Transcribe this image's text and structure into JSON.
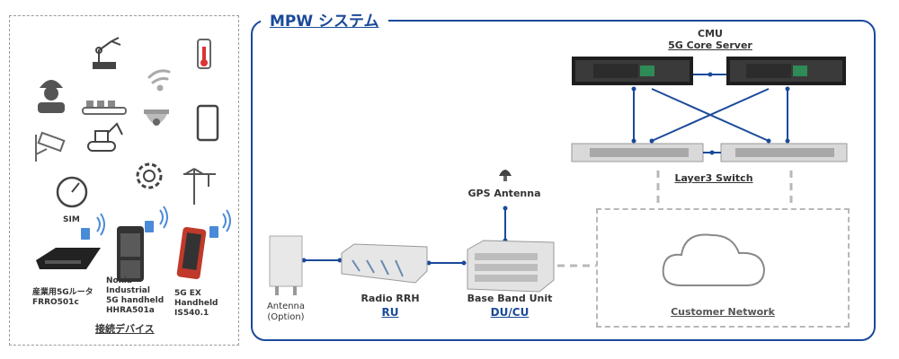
{
  "system": {
    "title": "MPW システム"
  },
  "devices": {
    "caption": "接続デバイス",
    "sim_label": "SIM",
    "router": {
      "line1": "産業用5Gルータ",
      "line2": "FRRO501c"
    },
    "nokia": {
      "line1": "Nokia",
      "line2": "Industrial",
      "line3": "5G handheld",
      "line4": "HHRA501a"
    },
    "ex": {
      "line1": "5G EX",
      "line2": "Handheld",
      "line3": "IS540.1"
    }
  },
  "cmu": {
    "title": "CMU",
    "subtitle": "5G Core Server"
  },
  "switch": {
    "label": "Layer3 Switch"
  },
  "gps": {
    "label": "GPS Antenna"
  },
  "antenna": {
    "line1": "Antenna",
    "line2": "(Option)"
  },
  "rrh": {
    "line1": "Radio RRH",
    "line2": "RU"
  },
  "bbu": {
    "line1": "Base Band Unit",
    "line2": "DU/CU"
  },
  "customer": {
    "label": "Customer Network"
  },
  "colors": {
    "link": "#1a4a9a",
    "frame": "#1a4a9a",
    "dashed": "#b8b8b8",
    "icon": "#555555"
  }
}
